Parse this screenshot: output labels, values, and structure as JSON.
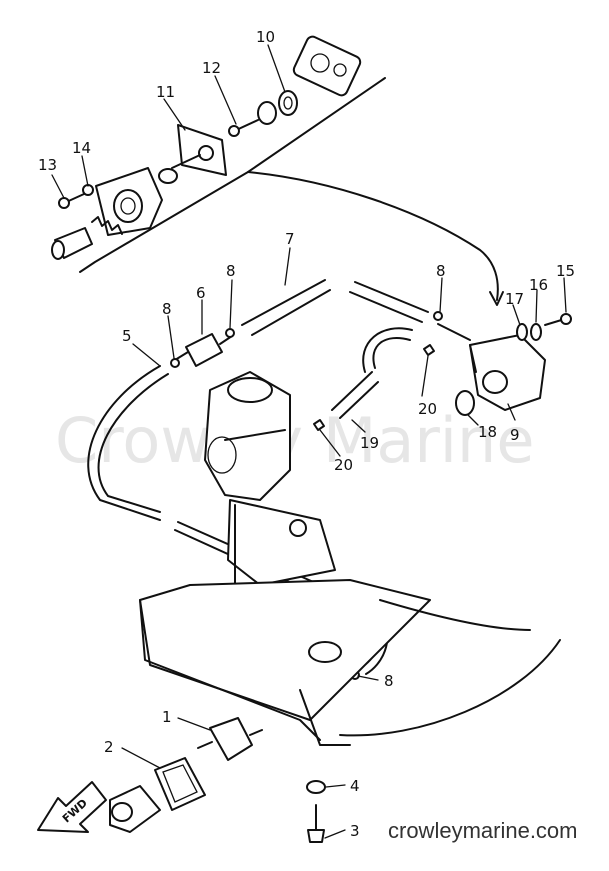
{
  "watermark": "Crowley Marine",
  "website": "crowleymarine.com",
  "fwd_label": "FWD",
  "callouts": {
    "c1": "1",
    "c2": "2",
    "c3": "3",
    "c4": "4",
    "c5": "5",
    "c6": "6",
    "c7": "7",
    "c8a": "8",
    "c8b": "8",
    "c8c": "8",
    "c8d": "8",
    "c9": "9",
    "c10": "10",
    "c11": "11",
    "c12": "12",
    "c13": "13",
    "c14": "14",
    "c15": "15",
    "c16": "16",
    "c17": "17",
    "c18": "18",
    "c19": "19",
    "c20a": "20",
    "c20b": "20"
  }
}
